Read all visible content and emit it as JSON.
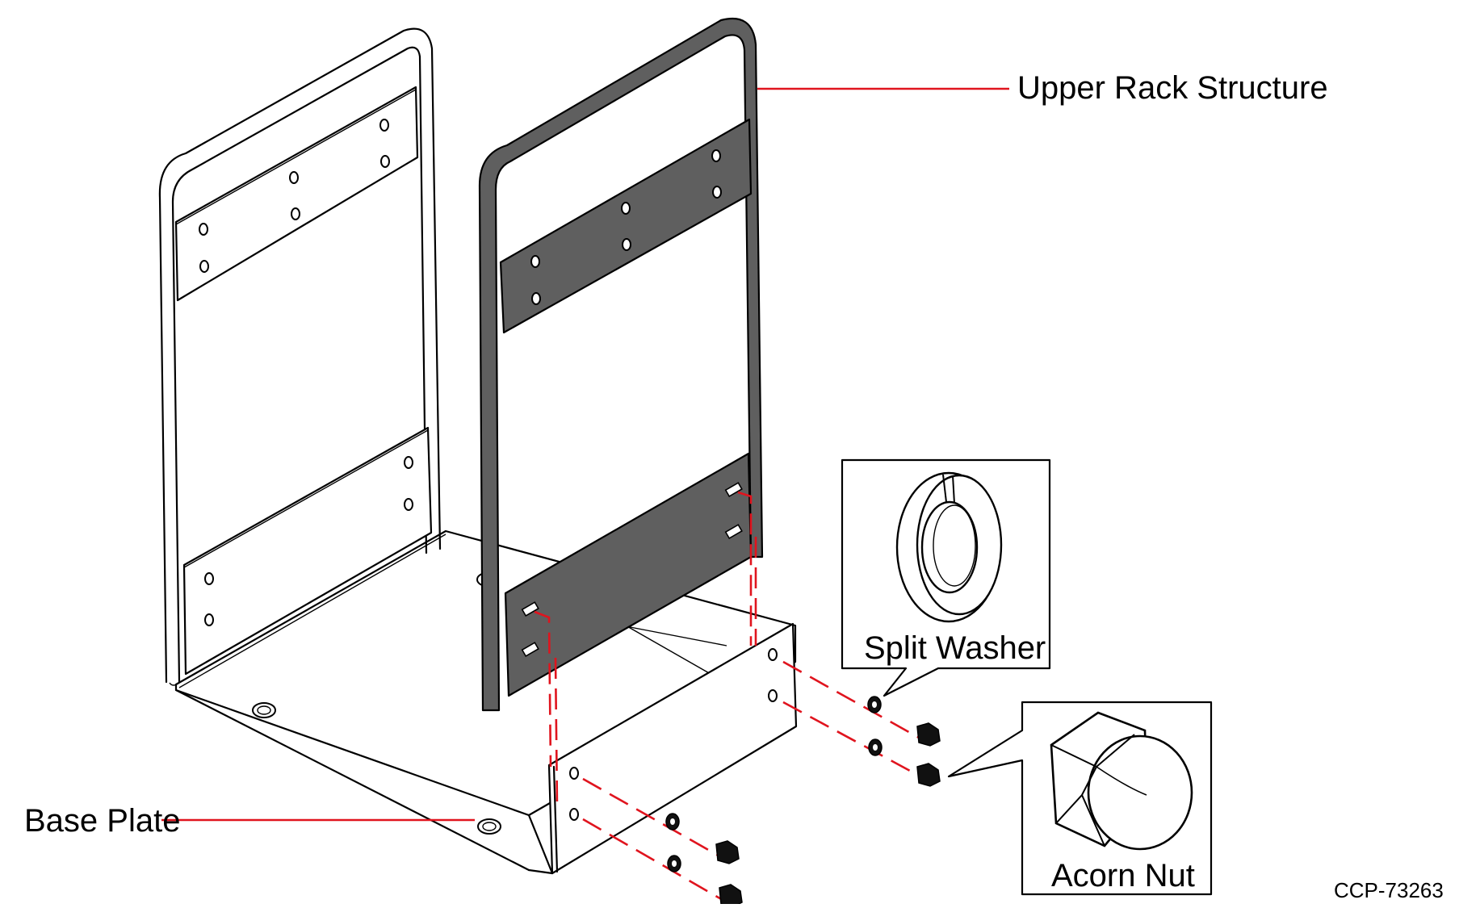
{
  "labels": {
    "upper_rack": "Upper Rack Structure",
    "base_plate": "Base Plate",
    "split_washer": "Split Washer",
    "acorn_nut": "Acorn Nut",
    "figure_code": "CCP-73263"
  },
  "icons": {
    "split_washer": "split-washer-icon",
    "acorn_nut": "acorn-nut-icon"
  },
  "colors": {
    "leader": "#e0141e",
    "dark_part": "#5f5f5f",
    "outline": "#000000"
  }
}
